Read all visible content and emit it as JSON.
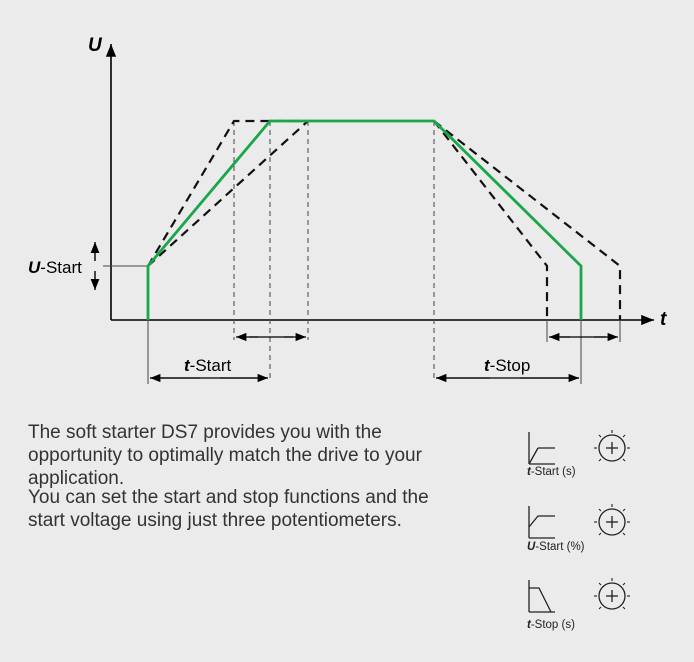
{
  "diagram": {
    "axis_y_label": "U",
    "axis_x_label": "t",
    "u_start_var": "U",
    "u_start_suffix": "-Start",
    "t_start_var": "t",
    "t_start_suffix": "-Start",
    "t_stop_var": "t",
    "t_stop_suffix": "-Stop",
    "colors": {
      "selected_curve": "#1aa64a",
      "range_curves": "#111111",
      "guides": "#444444"
    }
  },
  "text": {
    "paragraph_1": "The soft starter DS7 provides you with the opportunity to optimally match the drive to your application.",
    "paragraph_2": "You can set the start and stop functions and the start voltage using just three potentiometers."
  },
  "potentiometers": [
    {
      "var": "t",
      "suffix": "-Start (s)",
      "icon": "ramp-up-icon"
    },
    {
      "var": "U",
      "suffix": "-Start (%)",
      "icon": "step-ramp-icon"
    },
    {
      "var": "t",
      "suffix": "-Stop (s)",
      "icon": "ramp-down-icon"
    }
  ]
}
